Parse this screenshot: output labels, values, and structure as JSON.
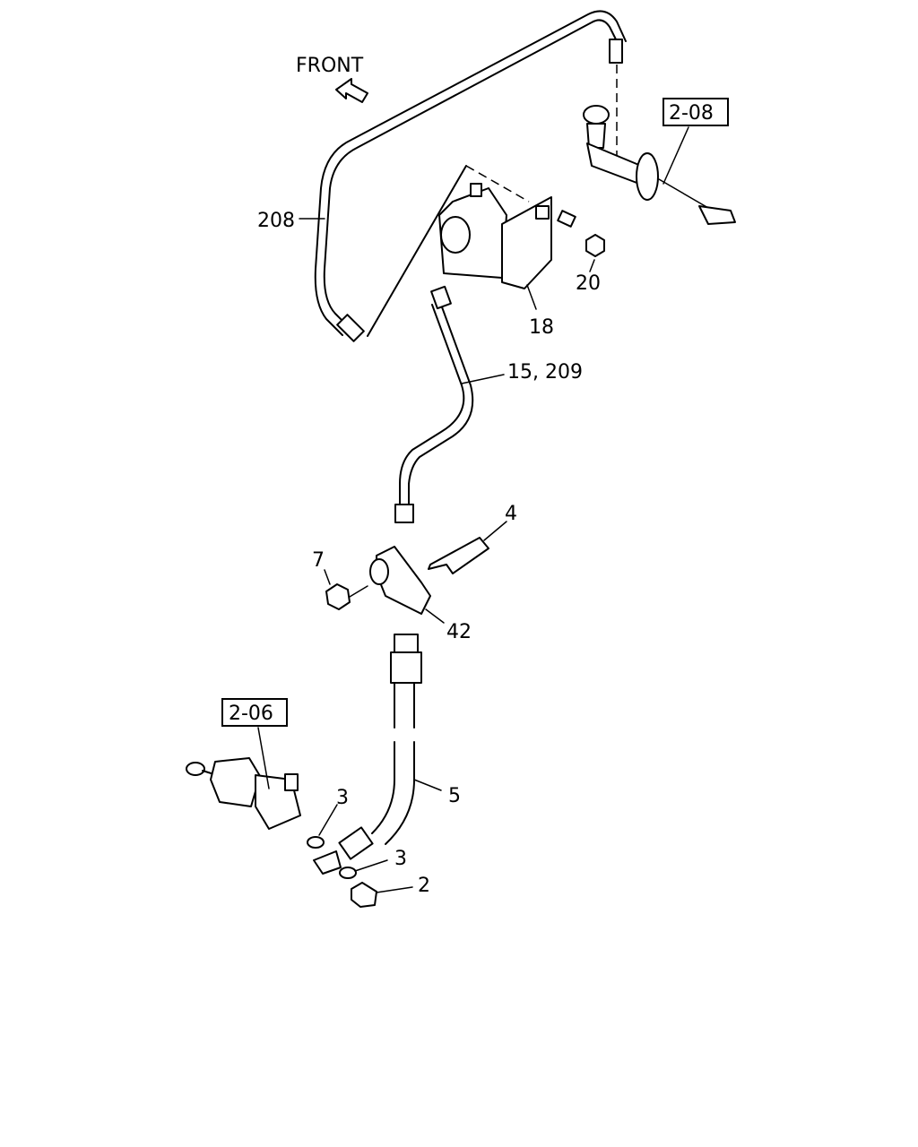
{
  "diagram": {
    "front_label": "FRONT",
    "references": {
      "top": "2-08",
      "bottom": "2-06"
    },
    "callouts": {
      "p208": "208",
      "p20": "20",
      "p18": "18",
      "p15_209": "15, 209",
      "p4": "4",
      "p7": "7",
      "p42": "42",
      "p3a": "3",
      "p5": "5",
      "p3b": "3",
      "p2": "2"
    }
  }
}
